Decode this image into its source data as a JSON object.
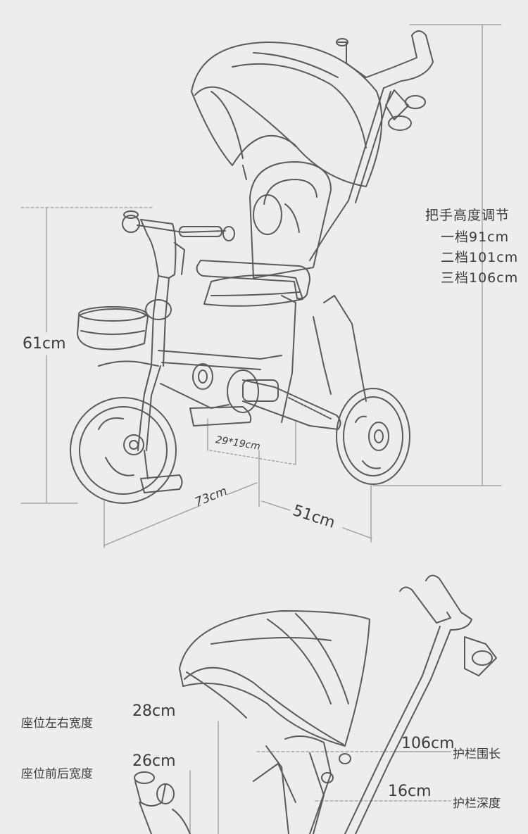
{
  "top_diagram": {
    "handle_heading": "把手高度调节",
    "handle_levels": [
      "一档91cm",
      "二档101cm",
      "三档106cm"
    ],
    "height": "61cm",
    "seat_size": "29*19cm",
    "length": "73cm",
    "rear_width": "51cm"
  },
  "bottom_diagram": {
    "seat_width_label": "座位左右宽度",
    "seat_width_value": "28cm",
    "seat_depth_label": "座位前后宽度",
    "seat_depth_value": "26cm",
    "guard_perimeter_value": "106cm",
    "guard_perimeter_label": "护栏围长",
    "guard_depth_value": "16cm",
    "guard_depth_label": "护栏深度"
  }
}
